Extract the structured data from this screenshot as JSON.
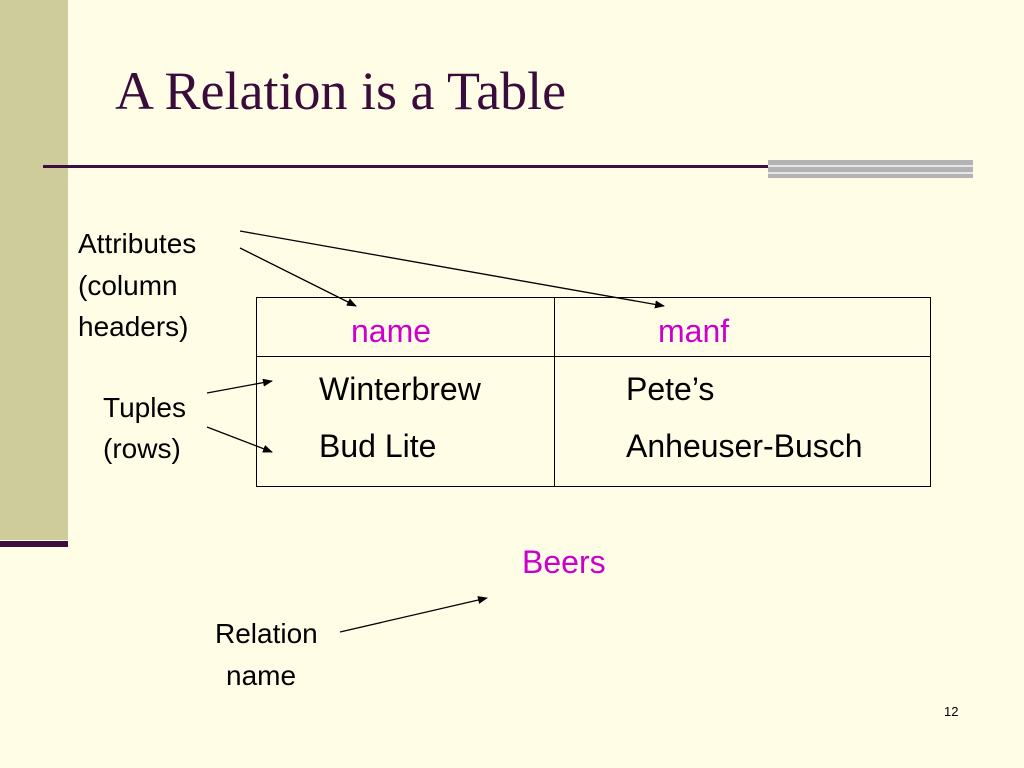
{
  "slide": {
    "title": "A Relation is a Table",
    "page_number": "12"
  },
  "annotations": {
    "attributes": [
      "Attributes",
      "(column",
      "headers)"
    ],
    "tuples": [
      "Tuples",
      "(rows)"
    ],
    "relation": [
      "Relation",
      "name"
    ]
  },
  "table": {
    "relation_name": "Beers",
    "columns": [
      "name",
      "manf"
    ],
    "rows": [
      [
        "Winterbrew",
        "Pete’s"
      ],
      [
        "Bud Lite",
        "Anheuser-Busch"
      ]
    ]
  },
  "colors": {
    "background": "#fffde6",
    "sidebar": "#cfcc9c",
    "title": "#3a0c3c",
    "accent": "#cc00cc"
  }
}
